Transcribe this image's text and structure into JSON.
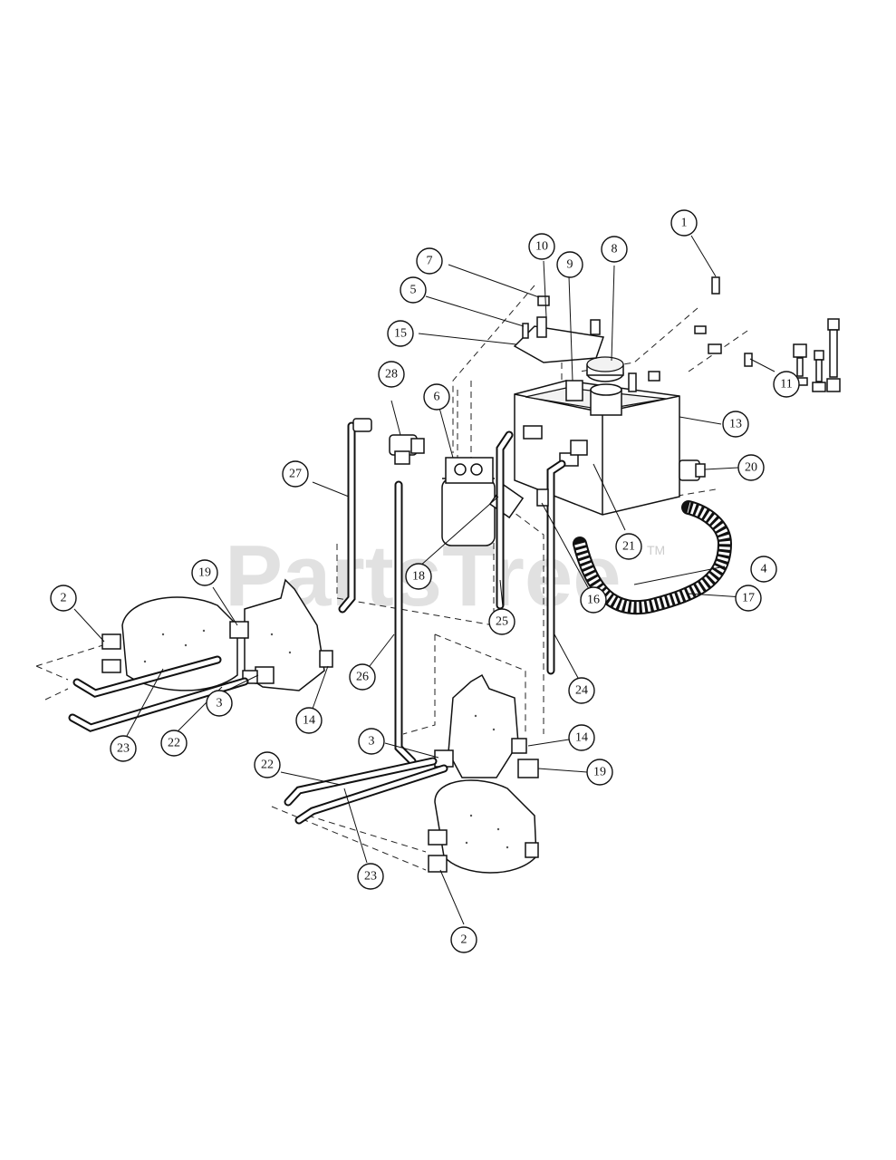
{
  "watermark": {
    "text": "PartsTree",
    "tm": "TM"
  },
  "callouts": [
    "1",
    "2",
    "3",
    "4",
    "5",
    "6",
    "7",
    "8",
    "9",
    "10",
    "11",
    "13",
    "14",
    "15",
    "16",
    "17",
    "18",
    "19",
    "20",
    "21",
    "22",
    "23",
    "24",
    "25",
    "26",
    "27",
    "28"
  ]
}
